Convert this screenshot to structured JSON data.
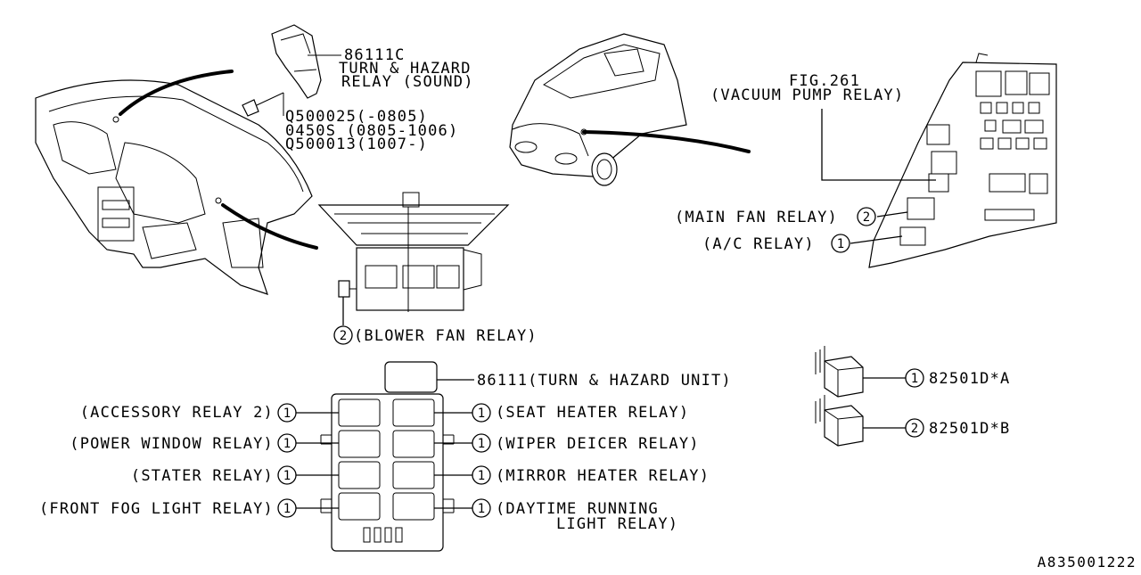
{
  "diagram_id": "A835001222",
  "labels": {
    "turn_hazard_relay_part": "86111C",
    "turn_hazard_relay_line1": "TURN & HAZARD",
    "turn_hazard_relay_line2": "RELAY (SOUND)",
    "screw_line1": "Q500025(-0805)",
    "screw_line2": "0450S  (0805-1006)",
    "screw_line3": "Q500013(1007-)",
    "fig_ref": "FIG.261",
    "vacuum_pump_relay": "(VACUUM PUMP RELAY)",
    "main_fan_relay": "(MAIN FAN RELAY)",
    "ac_relay": "(A/C RELAY)",
    "blower_fan_relay": "(BLOWER FAN RELAY)",
    "turn_hazard_unit": "86111(TURN & HAZARD UNIT)",
    "accessory_relay_2": "(ACCESSORY RELAY 2)",
    "power_window_relay": "(POWER WINDOW RELAY)",
    "stater_relay": "(STATER RELAY)",
    "front_fog_light_relay": "(FRONT FOG LIGHT RELAY)",
    "seat_heater_relay": "(SEAT HEATER RELAY)",
    "wiper_deicer_relay": "(WIPER DEICER RELAY)",
    "mirror_heater_relay": "(MIRROR HEATER RELAY)",
    "daytime_running_line1": "(DAYTIME RUNNING",
    "daytime_running_line2": "LIGHT RELAY)",
    "relay_a_part": "82501D*A",
    "relay_b_part": "82501D*B"
  },
  "callouts": {
    "one": "1",
    "two": "2"
  }
}
